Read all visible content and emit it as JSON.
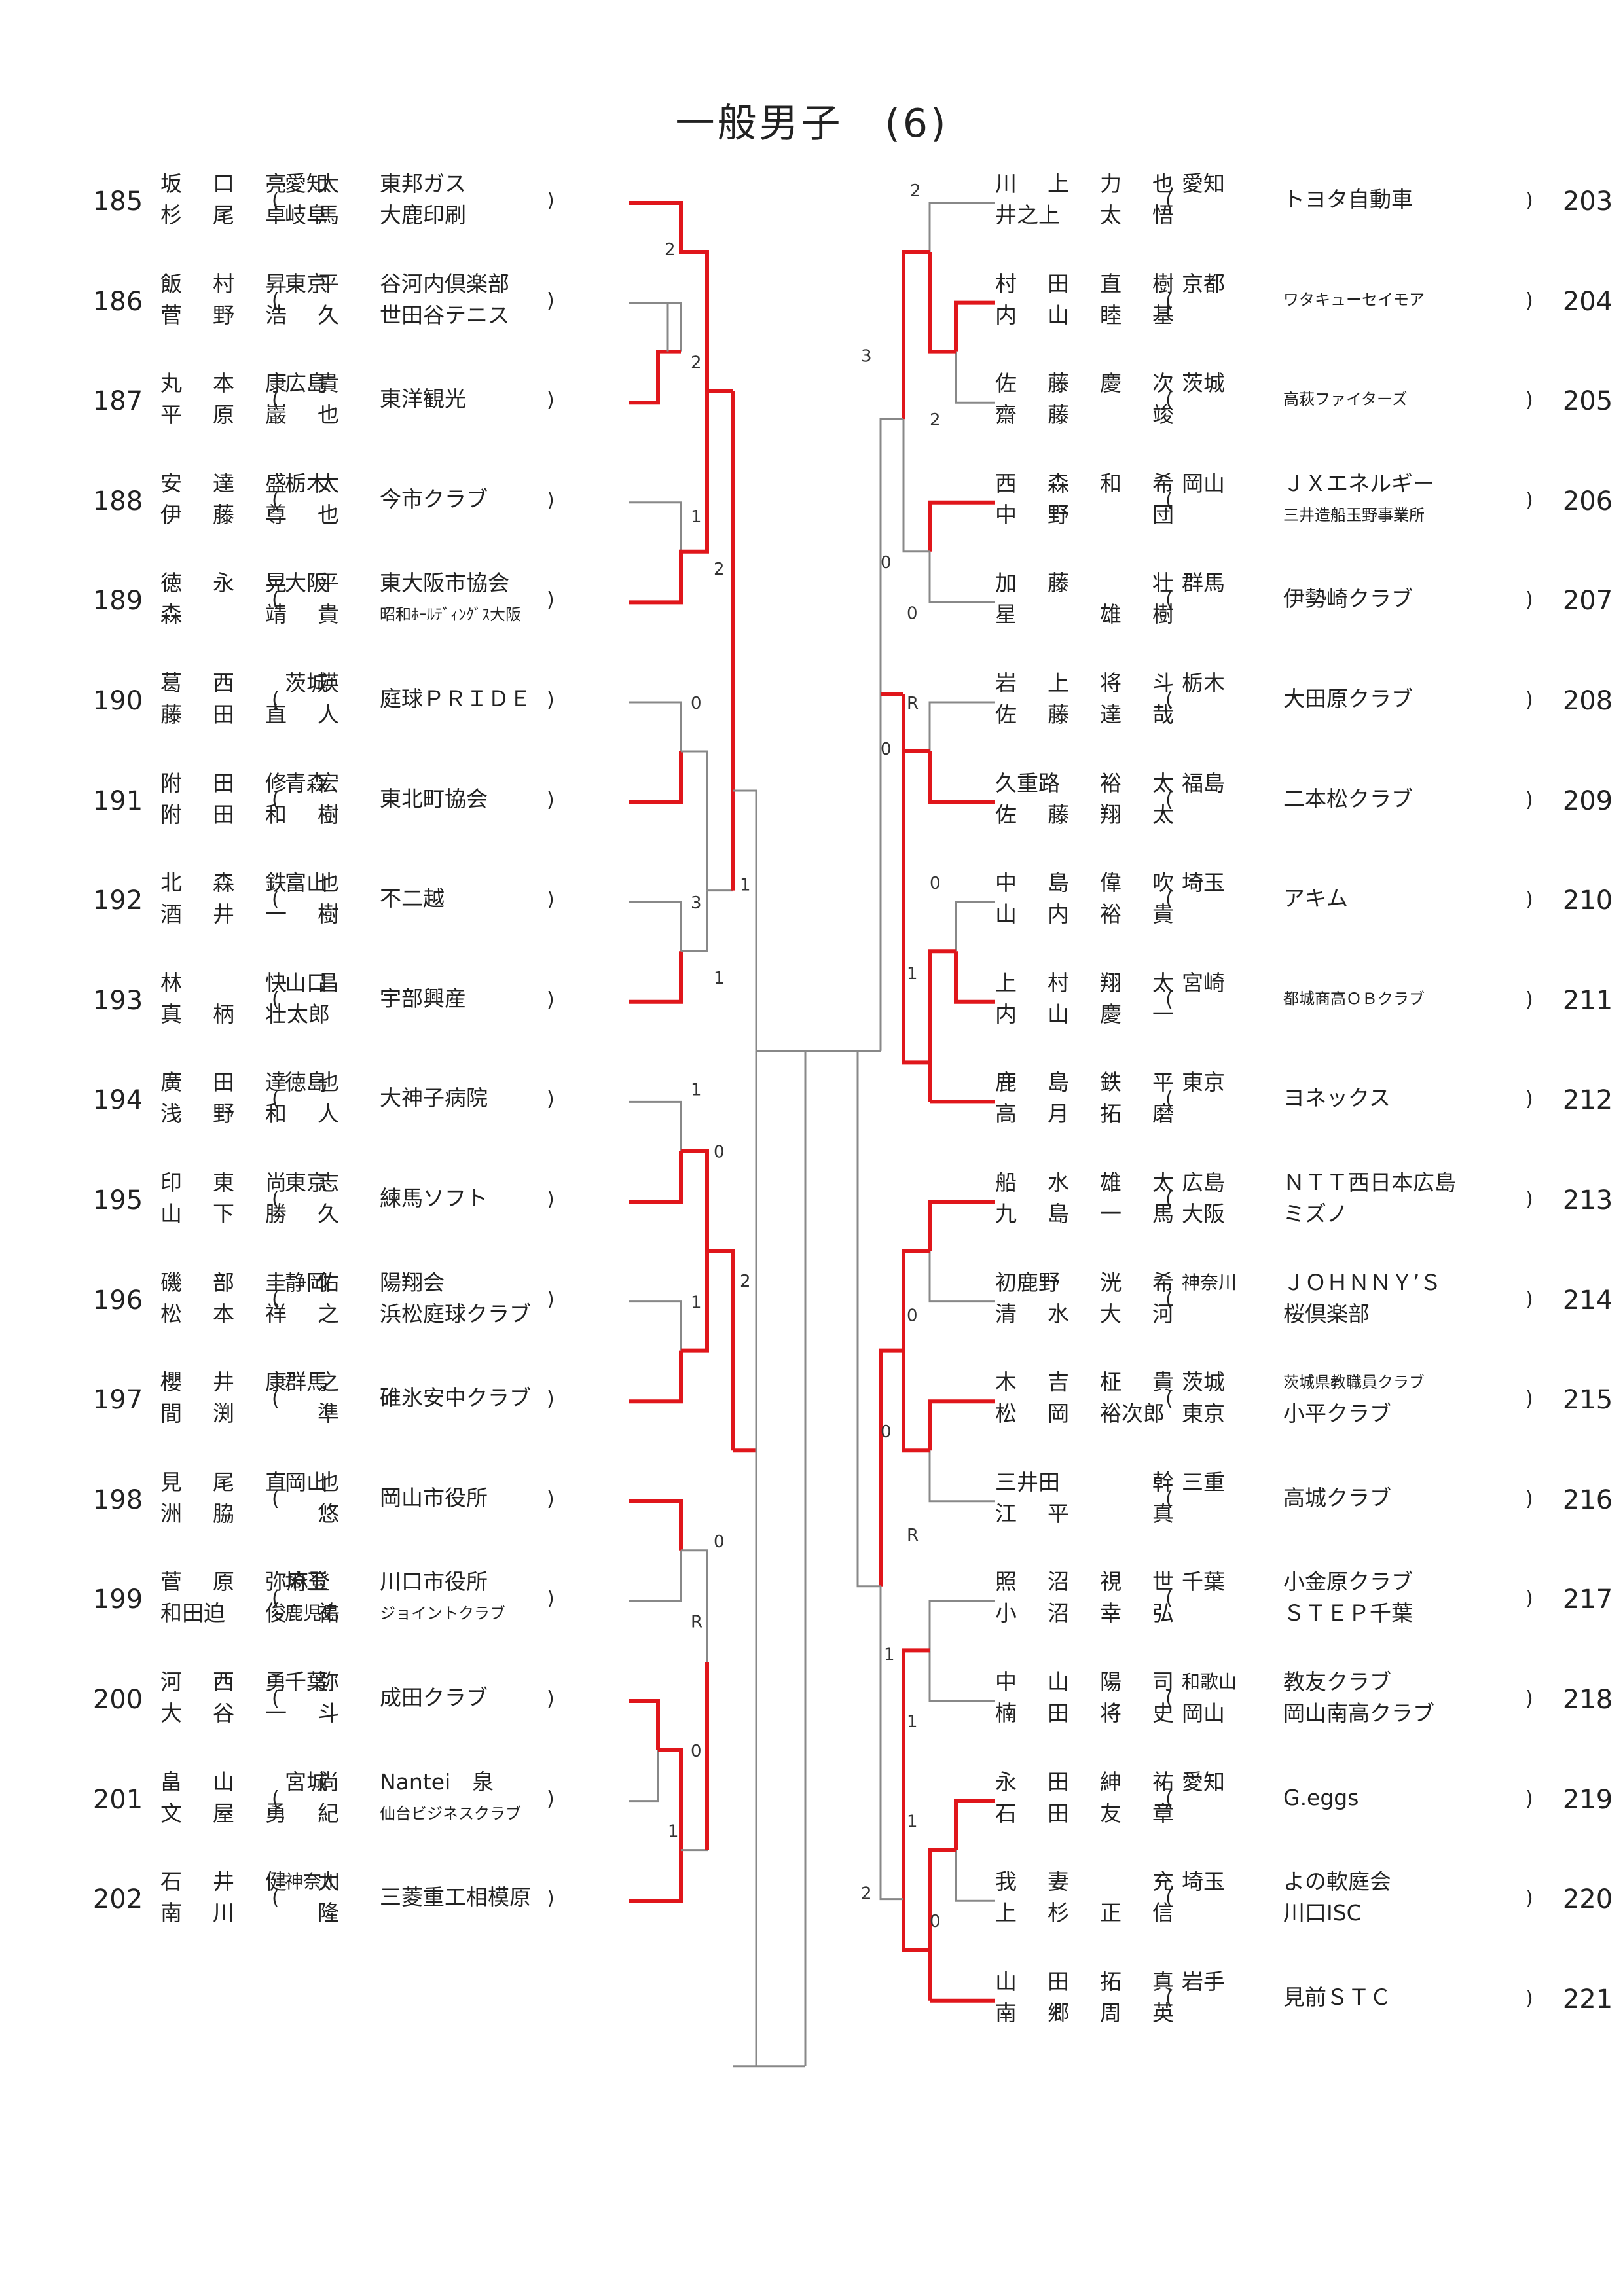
{
  "title": "一般男子　(6)",
  "left": [
    {
      "no": "185",
      "n1": [
        "坂",
        "口",
        "亮",
        "太"
      ],
      "n2": [
        "杉",
        "尾",
        "卓",
        "馬"
      ],
      "pref1": "愛知",
      "pref2": "岐阜",
      "club1": "東邦ガス",
      "club2": "大鹿印刷"
    },
    {
      "no": "186",
      "n1": [
        "飯",
        "村",
        "昇",
        "平"
      ],
      "n2": [
        "菅",
        "野",
        "浩",
        "久"
      ],
      "pref1": "東京",
      "pref2": "",
      "club1": "谷河内倶楽部",
      "club2": "世田谷テニス"
    },
    {
      "no": "187",
      "n1": [
        "丸",
        "本",
        "康",
        "貴"
      ],
      "n2": [
        "平",
        "原",
        "巖",
        "也"
      ],
      "pref1": "広島",
      "pref2": "",
      "club1": "東洋観光",
      "club2": ""
    },
    {
      "no": "188",
      "n1": [
        "安",
        "達",
        "盛",
        "太"
      ],
      "n2": [
        "伊",
        "藤",
        "尊",
        "也"
      ],
      "pref1": "栃木",
      "pref2": "",
      "club1": "今市クラブ",
      "club2": ""
    },
    {
      "no": "189",
      "n1": [
        "徳",
        "永",
        "晃",
        "平"
      ],
      "n2": [
        "森",
        "",
        "靖",
        "貴"
      ],
      "pref1": "大阪",
      "pref2": "",
      "club1": "東大阪市協会",
      "club2": "昭和ﾎｰﾙﾃﾞｨﾝｸﾞｽ大阪",
      "small2": true
    },
    {
      "no": "190",
      "n1": [
        "葛",
        "西",
        "",
        "瑛"
      ],
      "n2": [
        "藤",
        "田",
        "直",
        "人"
      ],
      "pref1": "茨城",
      "pref2": "",
      "club1": "庭球ＰＲＩＤＥ",
      "club2": ""
    },
    {
      "no": "191",
      "n1": [
        "附",
        "田",
        "修",
        "宏"
      ],
      "n2": [
        "附",
        "田",
        "和",
        "樹"
      ],
      "pref1": "青森",
      "pref2": "",
      "club1": "東北町協会",
      "club2": ""
    },
    {
      "no": "192",
      "n1": [
        "北",
        "森",
        "鉄",
        "也"
      ],
      "n2": [
        "酒",
        "井",
        "一",
        "樹"
      ],
      "pref1": "富山",
      "pref2": "",
      "club1": "不二越",
      "club2": ""
    },
    {
      "no": "193",
      "n1": [
        "林",
        "",
        "快",
        "昌"
      ],
      "n2": [
        "真",
        "柄",
        "壮太郎",
        ""
      ],
      "pref1": "山口",
      "pref2": "",
      "club1": "宇部興産",
      "club2": ""
    },
    {
      "no": "194",
      "n1": [
        "廣",
        "田",
        "達",
        "也"
      ],
      "n2": [
        "浅",
        "野",
        "和",
        "人"
      ],
      "pref1": "徳島",
      "pref2": "",
      "club1": "大神子病院",
      "club2": ""
    },
    {
      "no": "195",
      "n1": [
        "印",
        "東",
        "尚",
        "志"
      ],
      "n2": [
        "山",
        "下",
        "勝",
        "久"
      ],
      "pref1": "東京",
      "pref2": "",
      "club1": "練馬ソフト",
      "club2": ""
    },
    {
      "no": "196",
      "n1": [
        "磯",
        "部",
        "圭",
        "佑"
      ],
      "n2": [
        "松",
        "本",
        "祥",
        "之"
      ],
      "pref1": "静岡",
      "pref2": "",
      "club1": "陽翔会",
      "club2": "浜松庭球クラブ"
    },
    {
      "no": "197",
      "n1": [
        "櫻",
        "井",
        "康",
        "之"
      ],
      "n2": [
        "間",
        "渕",
        "",
        "準"
      ],
      "pref1": "群馬",
      "pref2": "",
      "club1": "碓氷安中クラブ",
      "club2": ""
    },
    {
      "no": "198",
      "n1": [
        "見",
        "尾",
        "直",
        "也"
      ],
      "n2": [
        "洲",
        "脇",
        "",
        "悠"
      ],
      "pref1": "岡山",
      "pref2": "",
      "club1": "岡山市役所",
      "club2": ""
    },
    {
      "no": "199",
      "n1": [
        "菅",
        "原",
        "弥麻登",
        ""
      ],
      "n2": [
        "和田迫",
        "",
        "俊",
        "祐"
      ],
      "pref1": "埼玉",
      "pref2": "鹿児島",
      "club1": "川口市役所",
      "club2": "ジョイントクラブ",
      "small2": true
    },
    {
      "no": "200",
      "n1": [
        "河",
        "西",
        "勇",
        "弥"
      ],
      "n2": [
        "大",
        "谷",
        "一",
        "斗"
      ],
      "pref1": "千葉",
      "pref2": "",
      "club1": "成田クラブ",
      "club2": ""
    },
    {
      "no": "201",
      "n1": [
        "畠",
        "山",
        "",
        "尚"
      ],
      "n2": [
        "文",
        "屋",
        "勇",
        "紀"
      ],
      "pref1": "宮城",
      "pref2": "",
      "club1": "Nantei　泉",
      "club2": "仙台ビジネスクラブ",
      "small2": true
    },
    {
      "no": "202",
      "n1": [
        "石",
        "井",
        "健",
        "太"
      ],
      "n2": [
        "南",
        "川",
        "",
        "隆"
      ],
      "pref1": "神奈川",
      "pref2": "",
      "club1": "三菱重工相模原",
      "club2": ""
    }
  ],
  "right": [
    {
      "no": "203",
      "n1": [
        "川",
        "上",
        "力",
        "也"
      ],
      "n2": [
        "井之上",
        "",
        "太",
        "悟"
      ],
      "pref1": "愛知",
      "pref2": "",
      "club1": "トヨタ自動車",
      "club2": ""
    },
    {
      "no": "204",
      "n1": [
        "村",
        "田",
        "直",
        "樹"
      ],
      "n2": [
        "内",
        "山",
        "睦",
        "基"
      ],
      "pref1": "京都",
      "pref2": "",
      "club1": "ワタキューセイモア",
      "club2": "",
      "small1": true
    },
    {
      "no": "205",
      "n1": [
        "佐",
        "藤",
        "慶",
        "次"
      ],
      "n2": [
        "齋",
        "藤",
        "",
        "竣"
      ],
      "pref1": "茨城",
      "pref2": "",
      "club1": "高萩ファイターズ",
      "club2": "",
      "small1": true
    },
    {
      "no": "206",
      "n1": [
        "西",
        "森",
        "和",
        "希"
      ],
      "n2": [
        "中",
        "野",
        "",
        "団"
      ],
      "pref1": "岡山",
      "pref2": "",
      "club1": "ＪＸエネルギー",
      "club2": "三井造船玉野事業所",
      "small2": true
    },
    {
      "no": "207",
      "n1": [
        "加",
        "藤",
        "",
        "壮"
      ],
      "n2": [
        "星",
        "",
        "雄",
        "樹"
      ],
      "pref1": "群馬",
      "pref2": "",
      "club1": "伊勢崎クラブ",
      "club2": ""
    },
    {
      "no": "208",
      "n1": [
        "岩",
        "上",
        "将",
        "斗"
      ],
      "n2": [
        "佐",
        "藤",
        "達",
        "哉"
      ],
      "pref1": "栃木",
      "pref2": "",
      "club1": "大田原クラブ",
      "club2": ""
    },
    {
      "no": "209",
      "n1": [
        "久重路",
        "",
        "裕",
        "太"
      ],
      "n2": [
        "佐",
        "藤",
        "翔",
        "太"
      ],
      "pref1": "福島",
      "pref2": "",
      "club1": "二本松クラブ",
      "club2": ""
    },
    {
      "no": "210",
      "n1": [
        "中",
        "島",
        "偉",
        "吹"
      ],
      "n2": [
        "山",
        "内",
        "裕",
        "貴"
      ],
      "pref1": "埼玉",
      "pref2": "",
      "club1": "アキム",
      "club2": ""
    },
    {
      "no": "211",
      "n1": [
        "上",
        "村",
        "翔",
        "太"
      ],
      "n2": [
        "内",
        "山",
        "慶",
        "一"
      ],
      "pref1": "宮崎",
      "pref2": "",
      "club1": "都城商高ＯＢクラブ",
      "club2": "",
      "small1": true
    },
    {
      "no": "212",
      "n1": [
        "鹿",
        "島",
        "鉄",
        "平"
      ],
      "n2": [
        "高",
        "月",
        "拓",
        "磨"
      ],
      "pref1": "東京",
      "pref2": "",
      "club1": "ヨネックス",
      "club2": ""
    },
    {
      "no": "213",
      "n1": [
        "船",
        "水",
        "雄",
        "太"
      ],
      "n2": [
        "九",
        "島",
        "一",
        "馬"
      ],
      "pref1": "広島",
      "pref2": "大阪",
      "club1": "ＮＴＴ西日本広島",
      "club2": "ミズノ"
    },
    {
      "no": "214",
      "n1": [
        "初鹿野",
        "",
        "洸",
        "希"
      ],
      "n2": [
        "清",
        "水",
        "大",
        "河"
      ],
      "pref1": "神奈川",
      "pref2": "",
      "club1": "ＪＯＨＮＮＹ’Ｓ",
      "club2": "桜倶楽部"
    },
    {
      "no": "215",
      "n1": [
        "木",
        "吉",
        "柾",
        "貴"
      ],
      "n2": [
        "松",
        "岡",
        "裕次郎",
        ""
      ],
      "pref1": "茨城",
      "pref2": "東京",
      "club1": "茨城県教職員クラブ",
      "club2": "小平クラブ",
      "small1": true
    },
    {
      "no": "216",
      "n1": [
        "三井田",
        "",
        "",
        "幹"
      ],
      "n2": [
        "江",
        "平",
        "",
        "真"
      ],
      "pref1": "三重",
      "pref2": "",
      "club1": "高城クラブ",
      "club2": ""
    },
    {
      "no": "217",
      "n1": [
        "照",
        "沼",
        "視",
        "世"
      ],
      "n2": [
        "小",
        "沼",
        "幸",
        "弘"
      ],
      "pref1": "千葉",
      "pref2": "",
      "club1": "小金原クラブ",
      "club2": "ＳＴＥＰ千葉"
    },
    {
      "no": "218",
      "n1": [
        "中",
        "山",
        "陽",
        "司"
      ],
      "n2": [
        "楠",
        "田",
        "将",
        "史"
      ],
      "pref1": "和歌山",
      "pref2": "岡山",
      "club1": "教友クラブ",
      "club2": "岡山南高クラブ"
    },
    {
      "no": "219",
      "n1": [
        "永",
        "田",
        "紳",
        "祐"
      ],
      "n2": [
        "石",
        "田",
        "友",
        "章"
      ],
      "pref1": "愛知",
      "pref2": "",
      "club1": "G.eggs",
      "club2": ""
    },
    {
      "no": "220",
      "n1": [
        "我",
        "妻",
        "",
        "充"
      ],
      "n2": [
        "上",
        "杉",
        "正",
        "信"
      ],
      "pref1": "埼玉",
      "pref2": "",
      "club1": "よの軟庭会",
      "club2": "川口ISC"
    },
    {
      "no": "221",
      "n1": [
        "山",
        "田",
        "拓",
        "真"
      ],
      "n2": [
        "南",
        "郷",
        "周",
        "英"
      ],
      "pref1": "岩手",
      "pref2": "",
      "club1": "見前ＳＴＣ",
      "club2": ""
    }
  ],
  "scores": {
    "left": [
      "2",
      "2",
      "1",
      "2",
      "0",
      "1",
      "3",
      "1",
      "1",
      "0",
      "2",
      "1",
      "0",
      "R",
      "0",
      "1"
    ],
    "right": [
      "2",
      "3",
      "2",
      "0",
      "0",
      "R",
      "0",
      "0",
      "1",
      "0",
      "0",
      "R",
      "1",
      "1",
      "2",
      "1",
      "0"
    ]
  },
  "colors": {
    "win": "#e0161b",
    "lose": "#888888",
    "text": "#222222"
  }
}
